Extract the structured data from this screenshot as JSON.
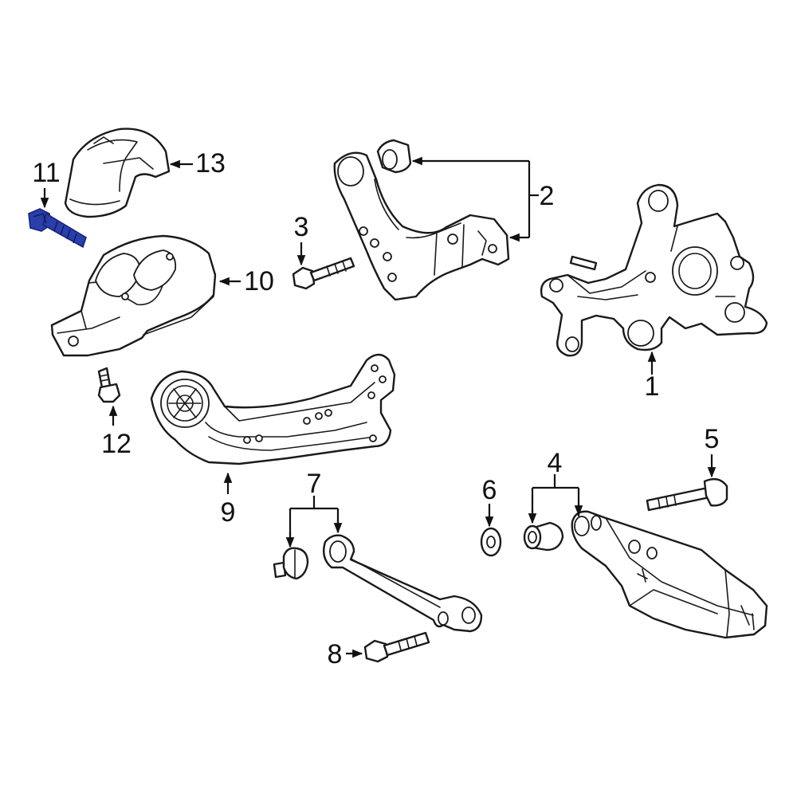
{
  "diagram": {
    "callouts": [
      "1",
      "2",
      "3",
      "4",
      "5",
      "6",
      "7",
      "8",
      "9",
      "10",
      "11",
      "12",
      "13"
    ],
    "highlight_color": "#2a3fa8",
    "highlighted_part": "11"
  }
}
